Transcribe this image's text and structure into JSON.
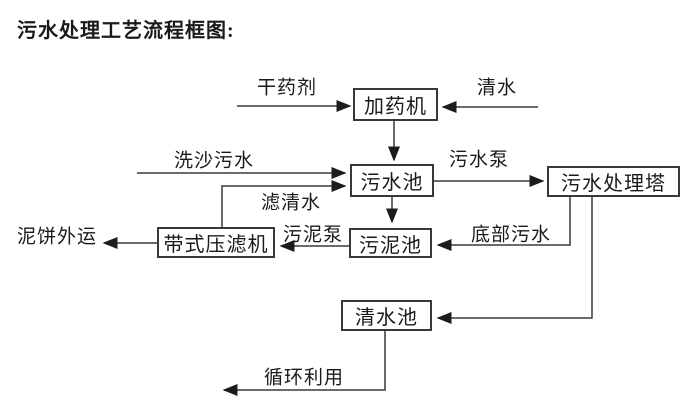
{
  "title": "污水处理工艺流程框图:",
  "diagram": {
    "line_color": "#3a3a3a",
    "nodes": [
      {
        "id": "dosing-machine",
        "label": "加药机"
      },
      {
        "id": "sewage-pool",
        "label": "污水池"
      },
      {
        "id": "sewage-treatment-tower",
        "label": "污水处理塔"
      },
      {
        "id": "sludge-pool",
        "label": "污泥池"
      },
      {
        "id": "belt-filter-press",
        "label": "带式压滤机"
      },
      {
        "id": "clean-water-pool",
        "label": "清水池"
      }
    ],
    "flow_labels": [
      {
        "id": "dry-agent",
        "label": "干药剂"
      },
      {
        "id": "clean-water-in",
        "label": "清水"
      },
      {
        "id": "sand-wash-sewage",
        "label": "洗沙污水"
      },
      {
        "id": "filtered-water",
        "label": "滤清水"
      },
      {
        "id": "sewage-pump",
        "label": "污水泵"
      },
      {
        "id": "bottom-sewage",
        "label": "底部污水"
      },
      {
        "id": "sludge-pump",
        "label": "污泥泵"
      },
      {
        "id": "mud-cake-out",
        "label": "泥饼外运"
      },
      {
        "id": "recycle-use",
        "label": "循环利用"
      }
    ]
  }
}
